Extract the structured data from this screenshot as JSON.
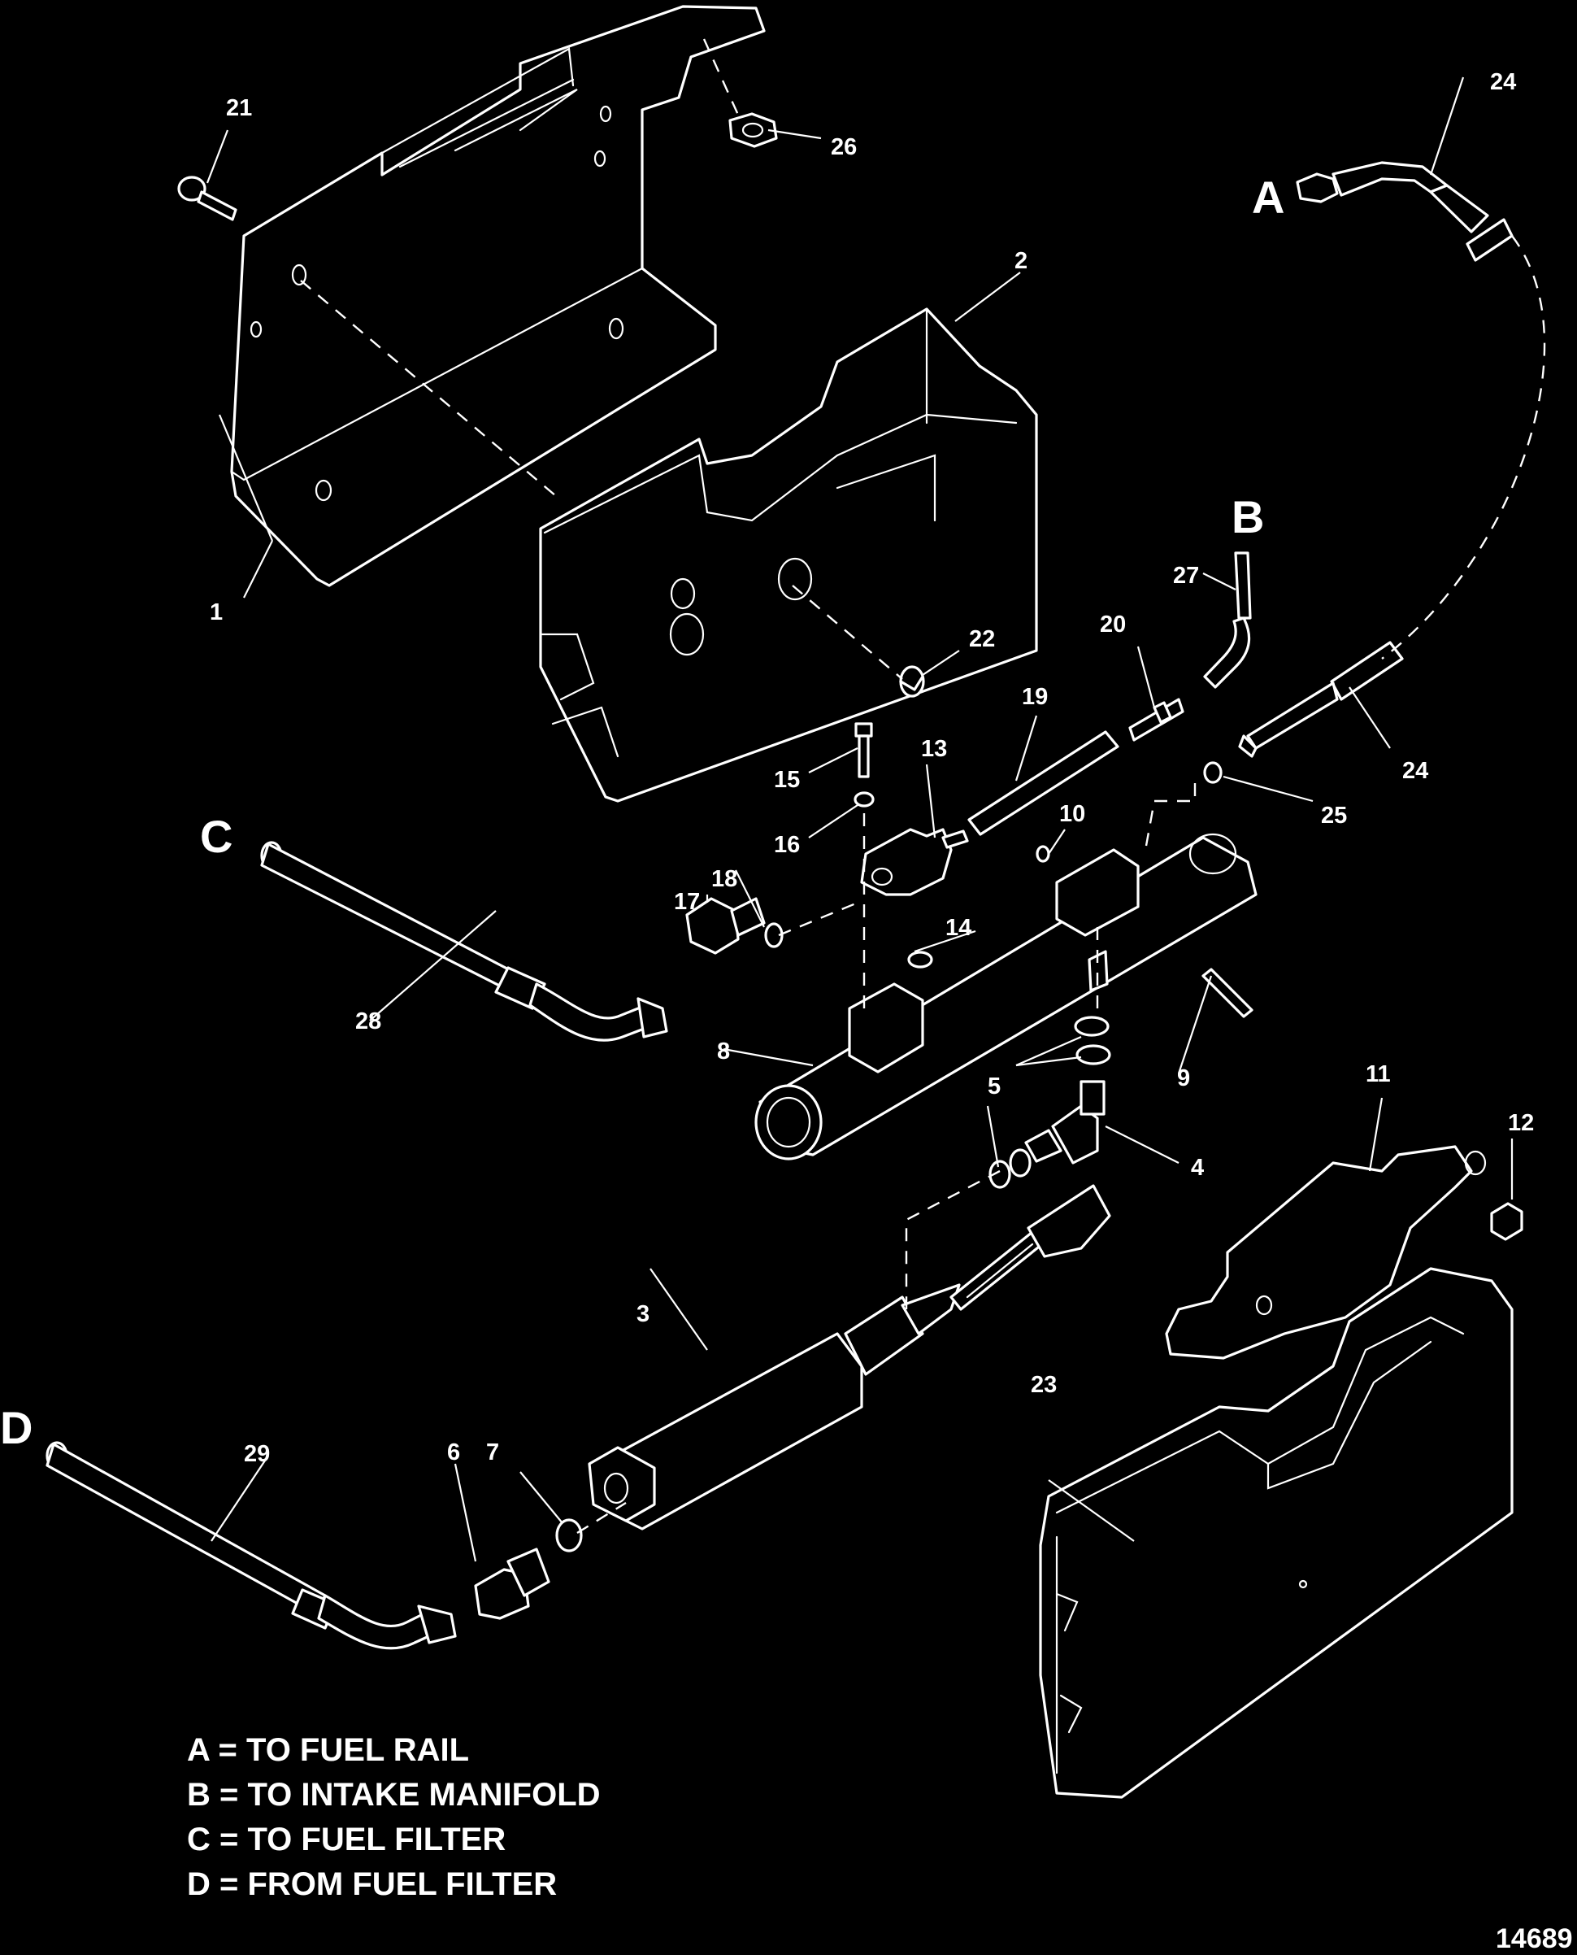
{
  "diagram": {
    "connection_letters": {
      "a": "A",
      "b": "B",
      "c": "C",
      "d": "D"
    },
    "part_numbers": {
      "p1": "1",
      "p2": "2",
      "p3": "3",
      "p4": "4",
      "p5": "5",
      "p6": "6",
      "p7": "7",
      "p8": "8",
      "p9": "9",
      "p10": "10",
      "p11": "11",
      "p12": "12",
      "p13": "13",
      "p14": "14",
      "p15": "15",
      "p16": "16",
      "p17": "17",
      "p18": "18",
      "p19": "19",
      "p20": "20",
      "p21": "21",
      "p22": "22",
      "p23": "23",
      "p24": "24",
      "p25": "25",
      "p26": "26",
      "p27": "27",
      "p28": "28",
      "p29": "29"
    },
    "legend": [
      "A = TO FUEL RAIL",
      "B = TO INTAKE MANIFOLD",
      "C = TO FUEL FILTER",
      "D = FROM FUEL FILTER"
    ],
    "figure_id": "14689"
  }
}
